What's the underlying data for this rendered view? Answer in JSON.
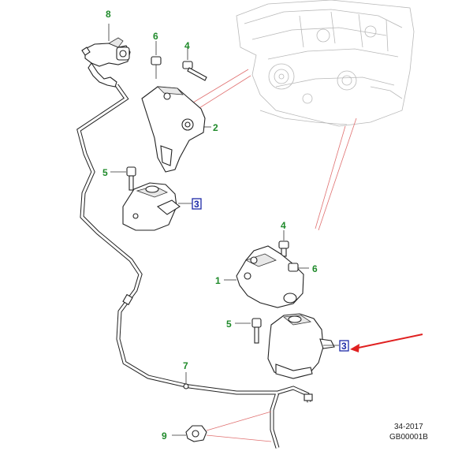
{
  "callouts": [
    {
      "id": "c8",
      "label": "8",
      "style": "plain"
    },
    {
      "id": "c6a",
      "label": "6",
      "style": "plain"
    },
    {
      "id": "c4a",
      "label": "4",
      "style": "plain"
    },
    {
      "id": "c2",
      "label": "2",
      "style": "plain"
    },
    {
      "id": "c5a",
      "label": "5",
      "style": "plain"
    },
    {
      "id": "c3a",
      "label": "3",
      "style": "boxed"
    },
    {
      "id": "c4b",
      "label": "4",
      "style": "plain"
    },
    {
      "id": "c1",
      "label": "1",
      "style": "plain"
    },
    {
      "id": "c6b",
      "label": "6",
      "style": "plain"
    },
    {
      "id": "c5b",
      "label": "5",
      "style": "plain"
    },
    {
      "id": "c3b",
      "label": "3",
      "style": "boxed"
    },
    {
      "id": "c7",
      "label": "7",
      "style": "plain"
    },
    {
      "id": "c9",
      "label": "9",
      "style": "plain"
    }
  ],
  "reference": {
    "line1": "34-2017",
    "line2": "GB00001B"
  },
  "colors": {
    "callout_text": "#1f8a2a",
    "boxed_text": "#1d2aa8",
    "boxed_border": "#1d2aa8",
    "highlight_arrow": "#e02020",
    "engine_lines": "#e07070",
    "line_art": "#222222"
  }
}
